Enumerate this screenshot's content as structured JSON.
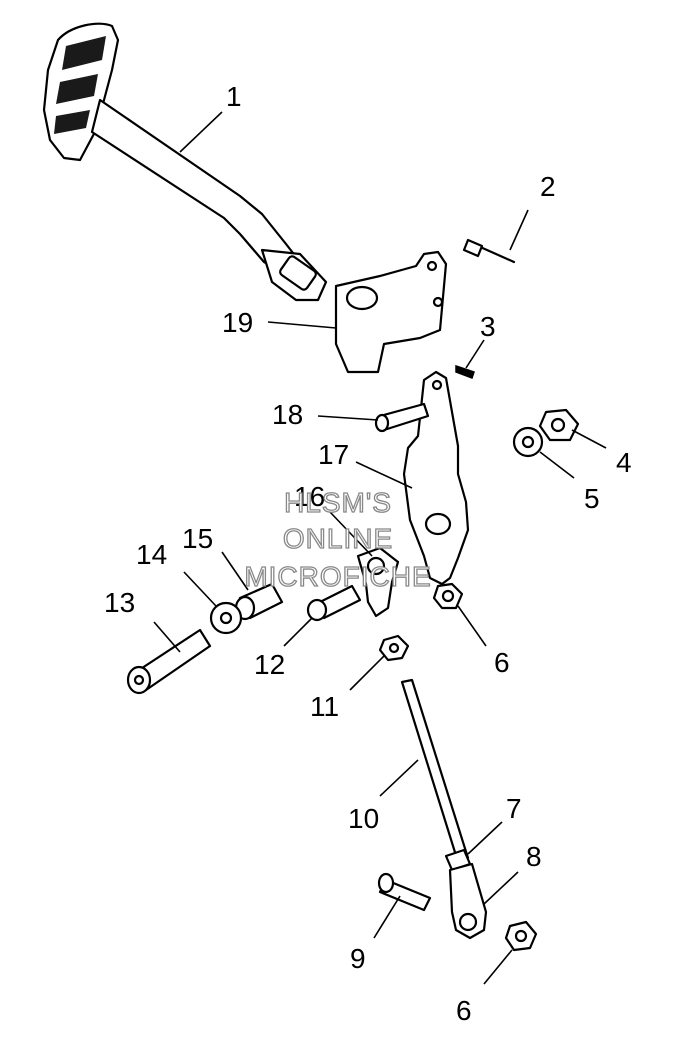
{
  "callouts": {
    "c1": "1",
    "c2": "2",
    "c3": "3",
    "c4": "4",
    "c5": "5",
    "c6a": "6",
    "c6b": "6",
    "c7": "7",
    "c8": "8",
    "c9": "9",
    "c10": "10",
    "c11": "11",
    "c12": "12",
    "c13": "13",
    "c14": "14",
    "c15": "15",
    "c16": "16",
    "c17": "17",
    "c18": "18",
    "c19": "19"
  },
  "watermark": {
    "line1": "HLSM'S",
    "line2": "ONLINE",
    "line3": "MICROFICHE"
  }
}
